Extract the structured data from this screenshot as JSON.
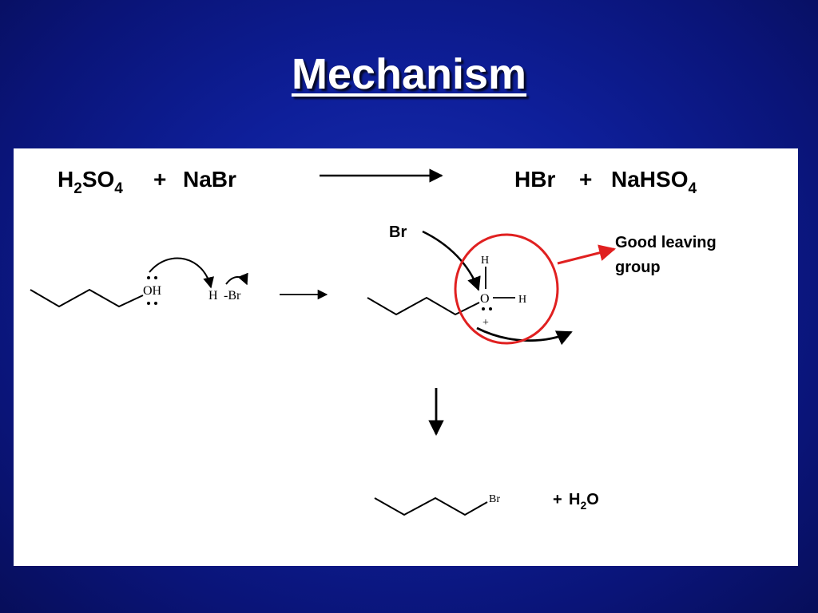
{
  "slide": {
    "title": "Mechanism",
    "background_color": "#0e1f9a",
    "panel_color": "#ffffff"
  },
  "equation": {
    "reactant_1": "H2SO4",
    "plus_1": "+",
    "reactant_2": "NaBr",
    "product_1": "HBr",
    "plus_2": "+",
    "product_2": "NaHSO4"
  },
  "step1": {
    "alcohol_group": "OH",
    "h_label": "H",
    "br_label": "-Br"
  },
  "step2": {
    "nucleophile": "Br",
    "oxonium_o": "O",
    "oxonium_h_top": "H",
    "oxonium_h_right": "H",
    "charge": "+",
    "annotation_line1": "Good leaving",
    "annotation_line2": "group",
    "highlight_color": "#e02020"
  },
  "step3": {
    "product_br": "Br",
    "byproduct_plus": "+",
    "byproduct": "H2O"
  }
}
